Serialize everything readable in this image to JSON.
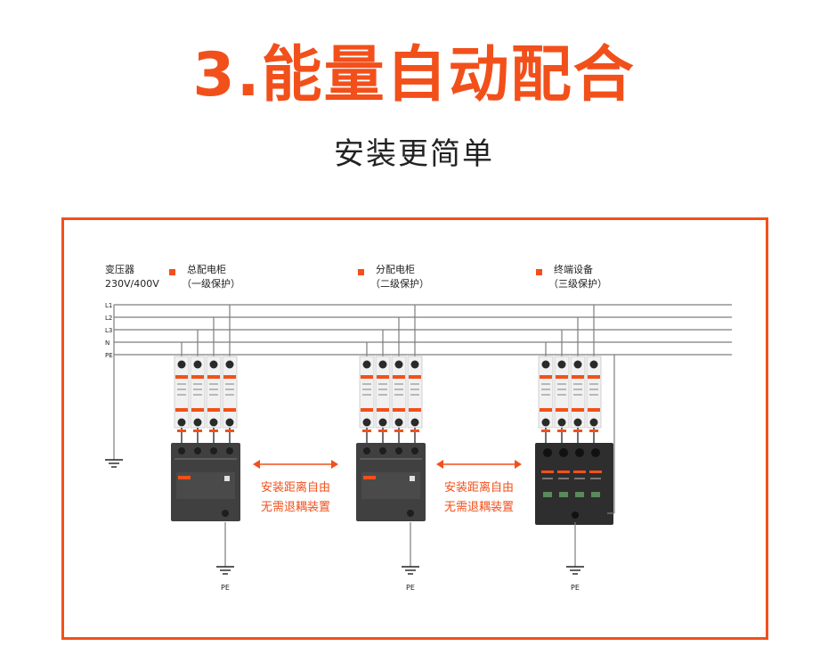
{
  "page": {
    "title": "3.能量自动配合",
    "subtitle": "安装更简单"
  },
  "colors": {
    "accent": "#f2501b",
    "text": "#222222",
    "line": "#7d7d7d",
    "device_body": "#404040",
    "breaker_body": "#f1f1f1"
  },
  "diagram": {
    "source_label": "变压器",
    "source_voltage": "230V/400V",
    "bus_lines": [
      "L1",
      "L2",
      "L3",
      "N",
      "PE"
    ],
    "stages": [
      {
        "name": "总配电柜",
        "level": "（一级保护）",
        "ground_label": "PE"
      },
      {
        "name": "分配电柜",
        "level": "（二级保护）",
        "ground_label": "PE"
      },
      {
        "name": "终端设备",
        "level": "（三级保护）",
        "ground_label": "PE"
      }
    ],
    "spacing_notes": [
      {
        "line1": "安装距离自由",
        "line2": "无需退耦装置"
      },
      {
        "line1": "安装距离自由",
        "line2": "无需退耦装置"
      }
    ]
  }
}
